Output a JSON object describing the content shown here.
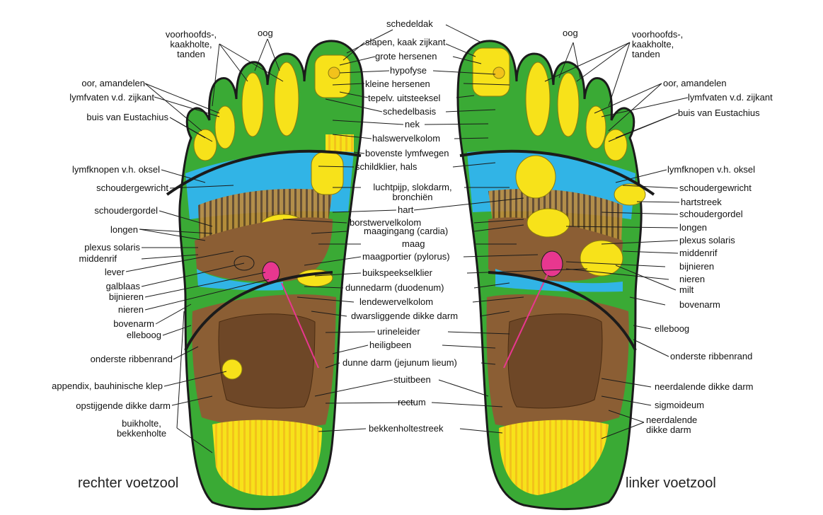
{
  "titles": {
    "right_foot": "rechter voetzool",
    "left_foot": "linker voetzool"
  },
  "labels": {
    "voorhoofds_l": "voorhoofds-,\nkaakholte,\ntanden",
    "oog_l": "oog",
    "oor_l": "oor, amandelen",
    "lymfvaten_l": "lymfvaten v.d. zijkant",
    "eustachius_l": "buis van Eustachius",
    "lymfknopen_l": "lymfknopen v.h. oksel",
    "schoudergewricht_l": "schoudergewricht",
    "schoudergordel_l": "schoudergordel",
    "longen_l": "longen",
    "plexus_l": "plexus solaris",
    "middenrif_l": "middenrif",
    "lever": "lever",
    "galblaas": "galblaas",
    "bijnieren_l": "bijnieren",
    "nieren_l": "nieren",
    "bovenarm_l": "bovenarm",
    "elleboog_l": "elleboog",
    "ribbenrand_l": "onderste ribbenrand",
    "appendix": "appendix, bauhinische klep",
    "opstijgende": "opstijgende dikke darm",
    "buikholte": "buikholte,\nbekkenholte",
    "schedeldak": "schedeldak",
    "slapen": "slapen, kaak zijkant",
    "grote_hersenen": "grote hersenen",
    "hypofyse": "hypofyse",
    "kleine_hersenen": "kleine hersenen",
    "tepelv": "tepelv. uitsteeksel",
    "schedelbasis": "schedelbasis",
    "nek": "nek",
    "halswervelkolom": "halswervelkolom",
    "bovenste_lymfwegen": "bovenste lymfwegen",
    "schildklier": "schildklier, hals",
    "luchtpijp": "luchtpijp, slokdarm,\nbronchiën",
    "hart": "hart",
    "borstwervelkolom": "borstwervelkolom",
    "maagingang": "maagingang (cardia)",
    "maag": "maag",
    "maagportier": "maagportier (pylorus)",
    "buikspeeksel": "buikspeekselklier",
    "dunnedarm_duo": "dunnedarm (duodenum)",
    "lendewervel": "lendewervelkolom",
    "dwarsliggende": "dwarsliggende dikke darm",
    "urineleider": "urineleider",
    "heiligbeen": "heiligbeen",
    "dunne_jejunum": "dunne darm (jejunum lieum)",
    "stuitbeen": "stuitbeen",
    "rectum": "rectum",
    "bekkenholtestreek": "bekkenholtestreek",
    "oog_r": "oog",
    "voorhoofds_r": "voorhoofds-,\nkaakholte,\ntanden",
    "oor_r": "oor, amandelen",
    "lymfvaten_r": "lymfvaten v.d. zijkant",
    "eustachius_r": "buis van Eustachius",
    "lymfknopen_r": "lymfknopen v.h. oksel",
    "schoudergewricht_r": "schoudergewricht",
    "hartstreek": "hartstreek",
    "schoudergordel_r": "schoudergordel",
    "longen_r": "longen",
    "plexus_r": "plexus solaris",
    "middenrif_r": "middenrif",
    "bijnieren_r": "bijnieren",
    "nieren_r": "nieren",
    "milt": "milt",
    "bovenarm_r": "bovenarm",
    "elleboog_r": "elleboog",
    "ribbenrand_r": "onderste ribbenrand",
    "neerdalende1": "neerdalende dikke darm",
    "sigmoideum": "sigmoideum",
    "neerdalende2": "neerdalende\ndikke darm"
  },
  "colors": {
    "green": "#3aaa35",
    "yellow": "#f7e21a",
    "blue": "#31b4e6",
    "brown": "#8b5e34",
    "dark_brown": "#5e3b1c",
    "pink": "#e8378f",
    "outline": "#1b1b1b"
  }
}
